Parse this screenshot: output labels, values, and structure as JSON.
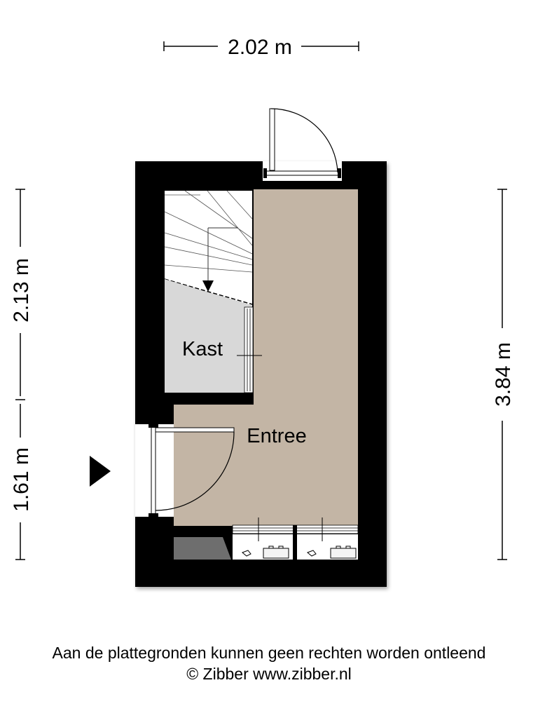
{
  "dimensions": {
    "top_width": "2.02 m",
    "right_height": "3.84 m",
    "left_upper_height": "2.13 m",
    "left_lower_height": "1.61 m"
  },
  "rooms": {
    "entrance": "Entree",
    "closet": "Kast"
  },
  "footer": {
    "disclaimer": "Aan de plattegronden kunnen geen rechten worden ontleend",
    "copyright": "© Zibber www.zibber.nl"
  },
  "colors": {
    "wall": "#000000",
    "entrance_floor": "#c3b5a5",
    "closet_floor": "#d8d8d8",
    "meter_box": "#6e6e6e"
  }
}
